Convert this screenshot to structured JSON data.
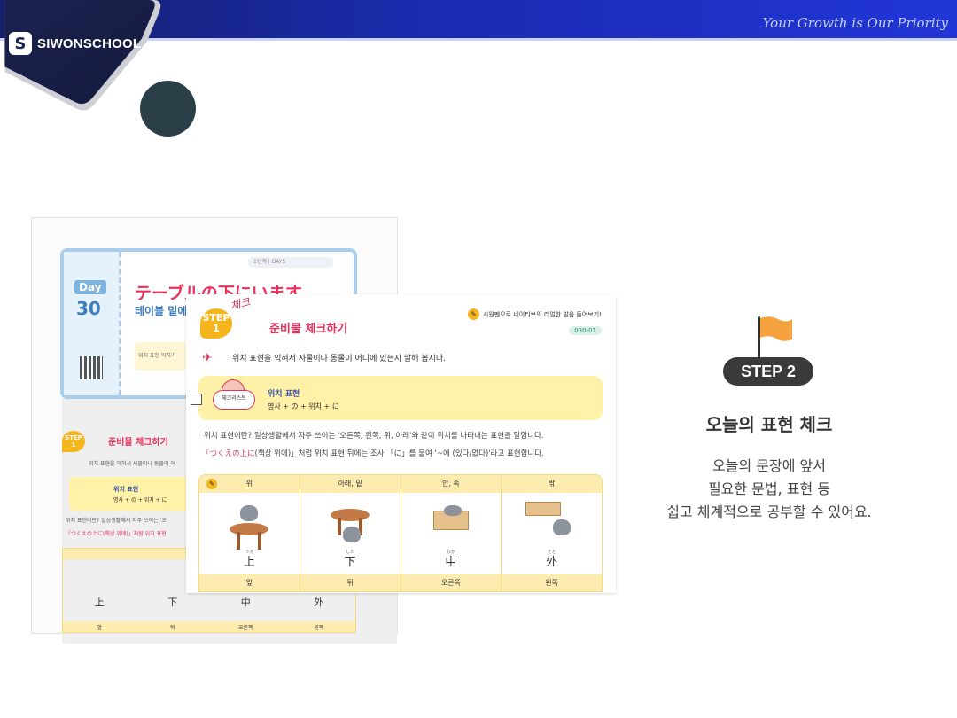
{
  "header": {
    "logo_mark": "S",
    "logo_text": "SIWONSCHOOL",
    "slogan": "Your Growth is Our Priority"
  },
  "colors": {
    "header_blue": "#1a2bb0",
    "logo_navy": "#1d2352",
    "accent_pink": "#e8325a",
    "highlight_yellow": "#fff1a8",
    "flag_orange": "#f6a23e"
  },
  "book_back": {
    "day_label": "Day",
    "day_num": "30",
    "title": "テーブルの下にいます。",
    "subtitle": "테이블 밑에",
    "header_small": "1단계 | DAY5",
    "bar_text": "위치 표현 익히기",
    "step_badge": "STEP 1",
    "step_title": "준비물 체크하기",
    "instruction": "위치 표현을 익혀서 사물이나 동물이 어",
    "yellow_title": "위치 표현",
    "yellow_sub": "명사 + の + 위치 + に",
    "text1": "위치 표현이란? 일상생활에서 자주 쓰이는 '오",
    "text2": "「つくえの上に(책상 위에)」처럼 위치 표현",
    "head_cols": [
      "위",
      "아래, 밑",
      "",
      ""
    ],
    "kanji": [
      "上",
      "下",
      "中",
      "外"
    ],
    "foot": [
      "앞",
      "뒤",
      "오른쪽",
      "왼쪽"
    ]
  },
  "book_front": {
    "step_badge": "STEP\n1",
    "check_text": "체크",
    "title": "준비물 체크하기",
    "top_right": "시원펜으로 네이티브의 리얼한 발음 들어보기!",
    "track": "030-01",
    "instruction": "위치 표현을 익혀서 사물이나 동물이 어디에 있는지 말해 봅시다.",
    "checklist_badge": "체크리스트",
    "yellow_title": "위치 표현",
    "yellow_sub": "명사 + の + 위치 + に",
    "para1": "위치 표현이란? 일상생활에서 자주 쓰이는 '오른쪽, 왼쪽, 위, 아래'와 같이 위치를 나타내는 표현을 말합니다.",
    "para2_red": "「つくえの上に",
    "para2_rest": "(책상 위에)」처럼 위치 표현 뒤에는 조사 「に」를 붙여 '~에 (있다/없다)'라고 표현합니다.",
    "table": {
      "head": [
        "위",
        "아래, 밑",
        "안, 속",
        "밖"
      ],
      "furigana": [
        "うえ",
        "した",
        "なか",
        "そと"
      ],
      "kanji": [
        "上",
        "下",
        "中",
        "外"
      ],
      "foot": [
        "앞",
        "뒤",
        "오른쪽",
        "왼쪽"
      ]
    }
  },
  "right_panel": {
    "flag_icon": "flag-icon",
    "step_label": "STEP 2",
    "title": "오늘의 표현 체크",
    "desc_line1": "오늘의 문장에 앞서",
    "desc_line2": "필요한 문법, 표현 등",
    "desc_line3": "쉽고 체계적으로 공부할 수 있어요."
  }
}
